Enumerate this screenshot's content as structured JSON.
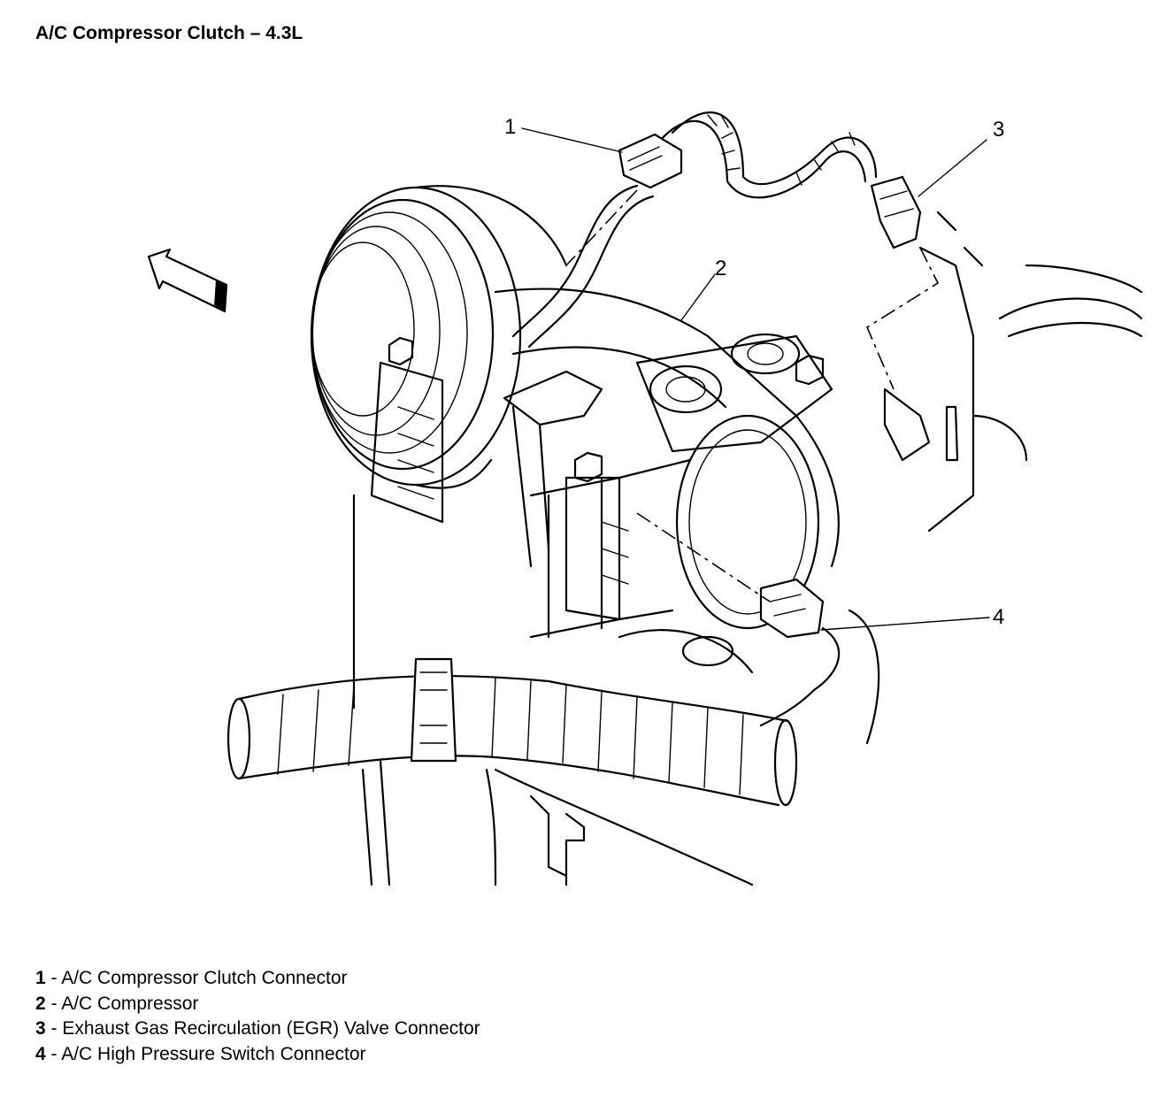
{
  "title": "A/C Compressor Clutch – 4.3L",
  "callouts": [
    "1",
    "2",
    "3",
    "4"
  ],
  "legend": [
    {
      "num": "1",
      "sep": " - ",
      "text": "A/C Compressor Clutch Connector"
    },
    {
      "num": "2",
      "sep": " - ",
      "text": "A/C Compressor"
    },
    {
      "num": "3",
      "sep": " - ",
      "text": "Exhaust Gas Recirculation (EGR) Valve Connector"
    },
    {
      "num": "4",
      "sep": " - ",
      "text": "A/C High Pressure Switch Connector"
    }
  ],
  "icons": {
    "direction_arrow": "front-direction-arrow-icon"
  }
}
